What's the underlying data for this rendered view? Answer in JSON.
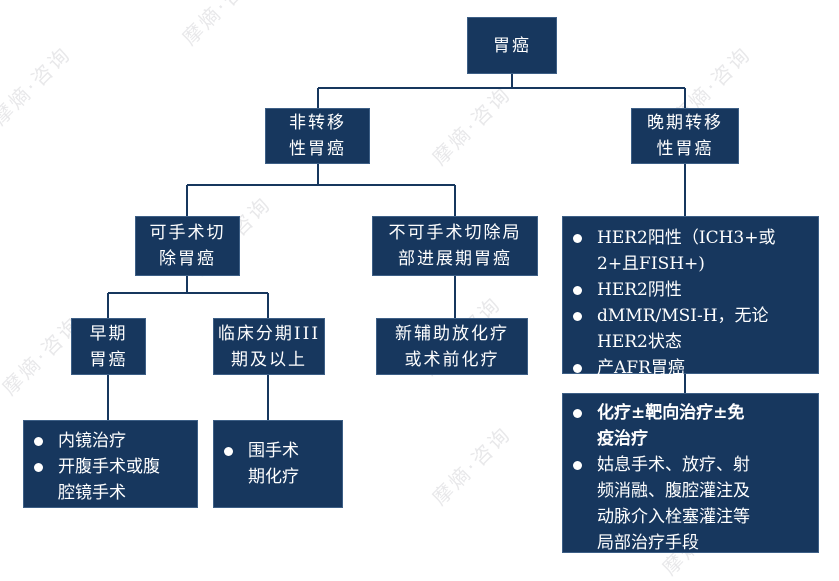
{
  "watermark": "摩熵·咨询",
  "root": {
    "label": "胃癌"
  },
  "non_metastatic": {
    "lines": [
      "非转移",
      "性胃癌"
    ]
  },
  "metastatic": {
    "lines": [
      "晚期转移",
      "性胃癌"
    ]
  },
  "resectable": {
    "lines": [
      "可手术切",
      "除胃癌"
    ]
  },
  "unresectable": {
    "lines": [
      "不可手术切除局",
      "部进展期胃癌"
    ]
  },
  "early": {
    "lines": [
      "早期",
      "胃癌"
    ]
  },
  "stage3": {
    "lines": [
      "临床分期III",
      "期及以上"
    ]
  },
  "neoadjuvant": {
    "lines": [
      "新辅助放化疗",
      "或术前化疗"
    ]
  },
  "early_treatment": {
    "items": [
      [
        "内镜治疗"
      ],
      [
        "开腹手术或腹",
        "腔镜手术"
      ]
    ]
  },
  "stage3_treatment": {
    "items": [
      [
        "围手术",
        "期化疗"
      ]
    ]
  },
  "metastatic_types": {
    "items": [
      [
        "HER2阳性（ICH3+或",
        "2+且FISH+)"
      ],
      [
        "HER2阴性"
      ],
      [
        "dMMR/MSI-H，无论",
        "HER2状态"
      ],
      [
        "产AFR胃癌"
      ]
    ]
  },
  "metastatic_treatment": {
    "items": [
      [
        "化疗±靶向治疗±免",
        "疫治疗"
      ],
      [
        "姑息手术、放疗、射",
        "频消融、腹腔灌注及",
        "动脉介入栓塞灌注等",
        "局部治疗手段"
      ]
    ]
  }
}
